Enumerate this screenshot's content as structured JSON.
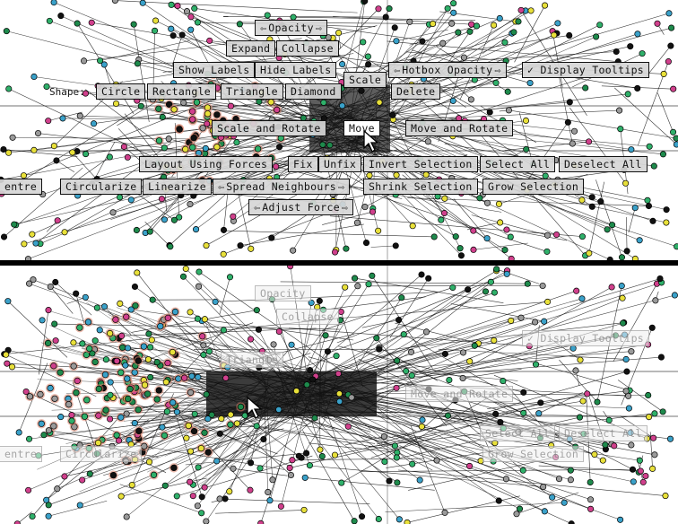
{
  "hotbox": {
    "opacity_label": "Opacity",
    "expand": "Expand",
    "collapse": "Collapse",
    "show_labels": "Show Labels",
    "hide_labels": "Hide Labels",
    "hotbox_opacity": "Hotbox Opacity",
    "display_tooltips": "Display Tooltips",
    "shape_label": "Shape:",
    "shapes": [
      "Circle",
      "Rectangle",
      "Triangle",
      "Diamond"
    ],
    "scale": "Scale",
    "delete": "Delete",
    "scale_and_rotate": "Scale and Rotate",
    "move": "Move",
    "move_and_rotate": "Move and Rotate",
    "layout_using_forces": "Layout Using Forces",
    "fix": "Fix",
    "unfix": "Unfix",
    "invert_selection": "Invert Selection",
    "select_all": "Select All",
    "deselect_all": "Deselect All",
    "centre": "entre",
    "circularize": "Circularize",
    "linearize": "Linearize",
    "spread_neighbours": "Spread Neighbours",
    "shrink_selection": "Shrink Selection",
    "grow_selection": "Grow Selection",
    "adjust_force": "Adjust Force"
  },
  "colors": {
    "node_palette": [
      "#1e8a4c",
      "#111111",
      "#3aa1c9",
      "#d0408c",
      "#9a9a9a",
      "#e8e03a",
      "#2fb06a"
    ],
    "selection_glow": "#d9826a",
    "divider": "#000000"
  },
  "icons": [
    "mouse-cursor-icon",
    "left-arrow-icon",
    "right-arrow-icon",
    "checkmark-icon"
  ]
}
